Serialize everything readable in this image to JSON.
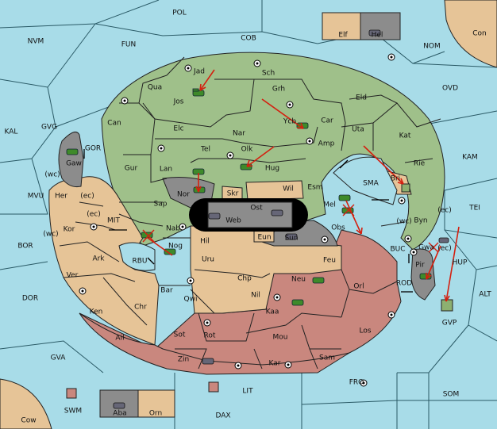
{
  "sea_labels": {
    "POL": "POL",
    "FUN": "FUN",
    "COB": "COB",
    "NVM": "NVM",
    "NOM": "NOM",
    "Con": "Con",
    "OVD": "OVD",
    "KAL": "KAL",
    "GVG": "GVG",
    "GOR": "GOR",
    "KAM": "KAM",
    "SMA": "SMA",
    "TEI": "TEI",
    "MVU": "MVU",
    "MIT": "MIT",
    "BOR": "BOR",
    "RBU": "RBU",
    "BUC": "BUC",
    "HUP": "HUP",
    "DOR": "DOR",
    "ROD": "ROD",
    "ALT": "ALT",
    "GVA": "GVA",
    "FRO": "FRO",
    "SOM": "SOM",
    "LIT": "LIT",
    "SWM": "SWM",
    "DAX": "DAX",
    "Cow": "Cow",
    "GVP": "GVP",
    "wc1": "(wc)",
    "ec1": "(ec)",
    "ec2": "(ec)",
    "wc2": "(wc)",
    "wc3": "(wc)",
    "ec3": "(ec)",
    "ec4": "(ec)"
  },
  "land_labels": {
    "Jad": "Jad",
    "Sch": "Sch",
    "Qua": "Qua",
    "Jos": "Jos",
    "Grh": "Grh",
    "Eld": "Eld",
    "Can": "Can",
    "Ycb": "Ycb",
    "Car": "Car",
    "Uta": "Uta",
    "Kat": "Kat",
    "Elc": "Elc",
    "Nar": "Nar",
    "Amp": "Amp",
    "Tel": "Tel",
    "Olk": "Olk",
    "Gur": "Gur",
    "Lan": "Lan",
    "Hug": "Hug",
    "Bri": "Bri",
    "Rie": "Rie",
    "Gaw": "Gaw",
    "Wil": "Wil",
    "Esm": "Esm",
    "Nor": "Nor",
    "Skr": "Skr",
    "Ost": "Ost",
    "Mel": "Mel",
    "Her": "Her",
    "Sap": "Sap",
    "Web": "Web",
    "Byn": "Byn",
    "Kor": "Kor",
    "Nab": "Nab",
    "Eun": "Eun",
    "Sun": "Sun",
    "Obs": "Obs",
    "Hil": "Hil",
    "Nog": "Nog",
    "Gwa": "Gwa",
    "Ark": "Ark",
    "Uru": "Uru",
    "Feu": "Feu",
    "Pir": "Pir",
    "Ver": "Ver",
    "Chp": "Chp",
    "Neu": "Neu",
    "Orl": "Orl",
    "Bar": "Bar",
    "Qwi": "Qwi",
    "Nil": "Nil",
    "Ken": "Ken",
    "Chr": "Chr",
    "Kaa": "Kaa",
    "Ail": "Ail",
    "Los": "Los",
    "Rot": "Rot",
    "Mou": "Mou",
    "Sot": "Sot",
    "Sam": "Sam",
    "Zin": "Zin",
    "Kar": "Kar",
    "Elf": "Elf",
    "Hel": "Hel",
    "Aba": "Aba",
    "Orn": "Orn"
  },
  "colors": {
    "sea": "#a8dce8",
    "green": "#9fc08a",
    "tan": "#e6c497",
    "rose": "#c9877e",
    "grey": "#8c8c8c",
    "arrow": "#d42010"
  }
}
